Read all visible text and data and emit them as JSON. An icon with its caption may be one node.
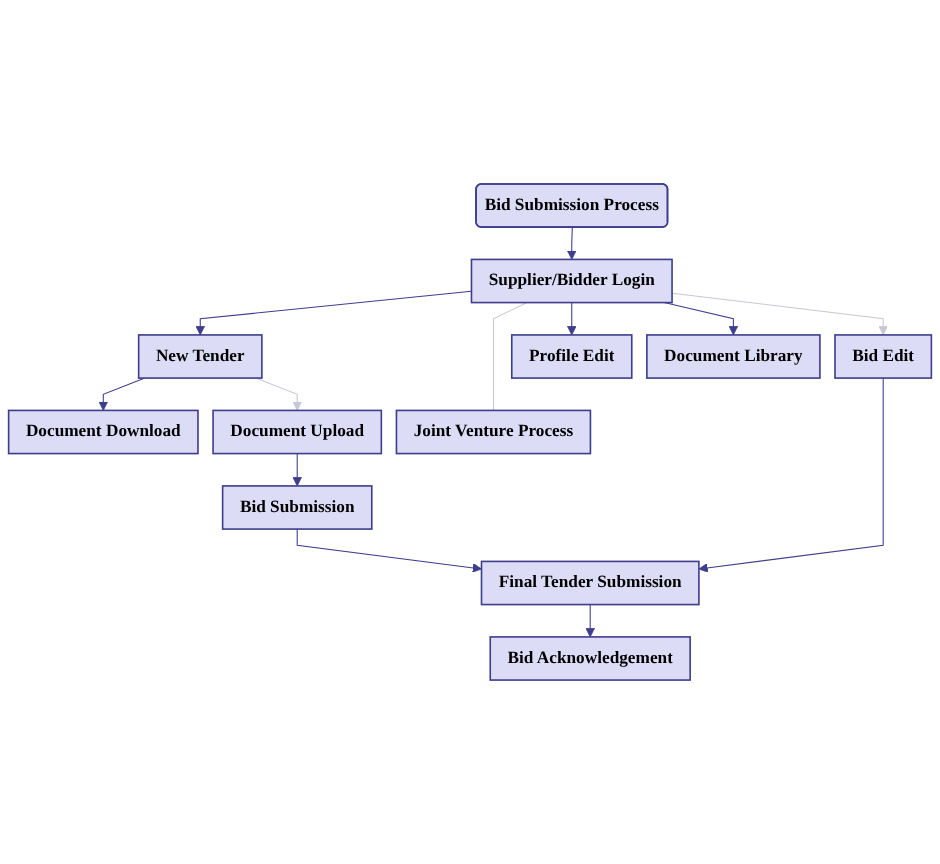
{
  "diagram": {
    "nodes": [
      {
        "text": [
          "Bid Submission Process"
        ]
      },
      {
        "text": [
          "Supplier/Bidder Login"
        ]
      },
      {
        "text": [
          "New Tender"
        ]
      },
      {
        "text": [
          "Bid Edit"
        ]
      },
      {
        "text": [
          "Profile Edit"
        ]
      },
      {
        "text": [
          "Document Library"
        ]
      },
      {
        "text": [
          "Document Download"
        ]
      },
      {
        "text": [
          "Document Upload"
        ]
      },
      {
        "text": [
          "Joint Venture Process"
        ]
      },
      {
        "text": [
          "Bid Submission"
        ]
      },
      {
        "text": [
          "Final Tender Submission"
        ]
      },
      {
        "text": [
          "Bid Acknowledgement"
        ]
      }
    ],
    "edges": [
      {
        "from": 0,
        "to": 1,
        "arrow": "to"
      },
      {
        "from": 1,
        "to": 2,
        "arrow": "to"
      },
      {
        "from": 1,
        "to": 3,
        "arrow": "to",
        "color": "#c8c8d4"
      },
      {
        "from": 1,
        "to": 4,
        "arrow": "to"
      },
      {
        "from": 1,
        "to": 8,
        "arrow": "none",
        "color": "#c8c8d4"
      },
      {
        "from": 1,
        "to": 5,
        "arrow": "to"
      },
      {
        "from": 2,
        "to": 6,
        "arrow": "to"
      },
      {
        "from": 2,
        "to": 7,
        "arrow": "to",
        "color": "#c8c8d4"
      },
      {
        "from": 7,
        "to": 9,
        "arrow": "to"
      },
      {
        "from": 9,
        "to": 10,
        "arrow": "to"
      },
      {
        "from": 3,
        "to": 10,
        "arrow": "to"
      },
      {
        "from": 10,
        "to": 11,
        "arrow": "to"
      }
    ]
  }
}
